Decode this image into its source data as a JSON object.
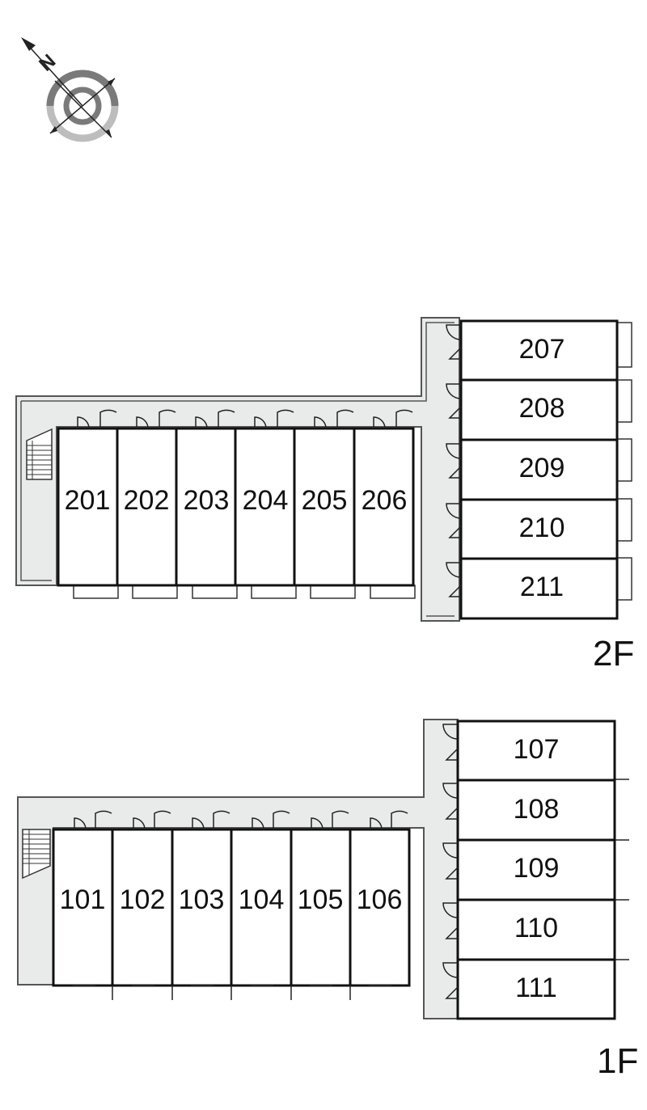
{
  "compass": {
    "icon": "compass-icon",
    "north_label": "N"
  },
  "floors": [
    {
      "label": "2F",
      "row_units": [
        "201",
        "202",
        "203",
        "204",
        "205",
        "206"
      ],
      "column_units": [
        "207",
        "208",
        "209",
        "210",
        "211"
      ]
    },
    {
      "label": "1F",
      "row_units": [
        "101",
        "102",
        "103",
        "104",
        "105",
        "106"
      ],
      "column_units": [
        "107",
        "108",
        "109",
        "110",
        "111"
      ]
    }
  ],
  "colors": {
    "corridor_fill": "#e9eaea",
    "wall_stroke": "#111111",
    "outline_stroke": "#555555",
    "compass_dark": "#7a7a7a",
    "compass_light": "#bdbdbd"
  }
}
